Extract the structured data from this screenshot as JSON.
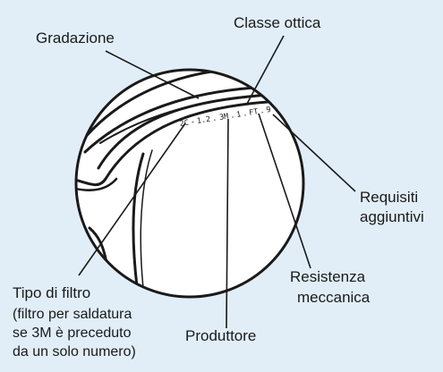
{
  "diagram": {
    "marking": [
      "2C",
      "-",
      "1.2",
      ".",
      "3M",
      ".",
      "1",
      ".",
      "FT",
      ".",
      "9"
    ],
    "labels": {
      "gradazione": "Gradazione",
      "classe_ottica": "Classe ottica",
      "requisiti_line1": "Requisiti",
      "requisiti_line2": "aggiuntivi",
      "resistenza_line1": "Resistenza",
      "resistenza_line2": "meccanica",
      "produttore": "Produttore",
      "tipo_filtro_title": "Tipo di filtro",
      "tipo_filtro_note1": "(filtro per saldatura",
      "tipo_filtro_note2": "se 3M è preceduto",
      "tipo_filtro_note3": "da un solo numero)"
    }
  }
}
